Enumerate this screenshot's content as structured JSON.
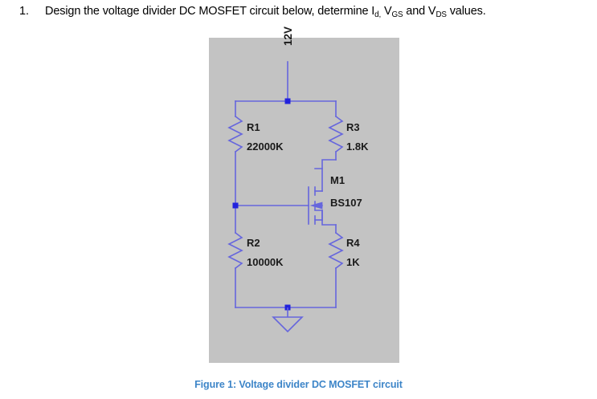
{
  "question": {
    "number": "1.",
    "text_parts": {
      "lead": "Design the voltage divider DC MOSFET circuit below, determine I",
      "sub1": "d,",
      "mid1": " V",
      "sub2": "GS",
      "mid2": " and V",
      "sub3": "DS",
      "tail": " values."
    },
    "full_text": "Design the voltage divider DC MOSFET circuit below, determine Id, VGS and VDS values."
  },
  "figure": {
    "caption": "Figure 1: Voltage divider DC MOSFET circuit",
    "caption_color": "#3d85c8",
    "panel_background": "#c3c3c3",
    "wire_color": "#6666dd",
    "node_color": "#2222dd",
    "supply_label": "12V",
    "ground_symbol": "earth-ground",
    "components": [
      {
        "ref": "R1",
        "value": "22000K",
        "type": "resistor",
        "position": "upper-left"
      },
      {
        "ref": "R2",
        "value": "10000K",
        "type": "resistor",
        "position": "lower-left"
      },
      {
        "ref": "R3",
        "value": "1.8K",
        "type": "resistor",
        "position": "upper-right"
      },
      {
        "ref": "R4",
        "value": "1K",
        "type": "resistor",
        "position": "lower-right"
      },
      {
        "ref": "M1",
        "value": "BS107",
        "type": "n-channel-mosfet",
        "position": "center-right"
      }
    ]
  }
}
